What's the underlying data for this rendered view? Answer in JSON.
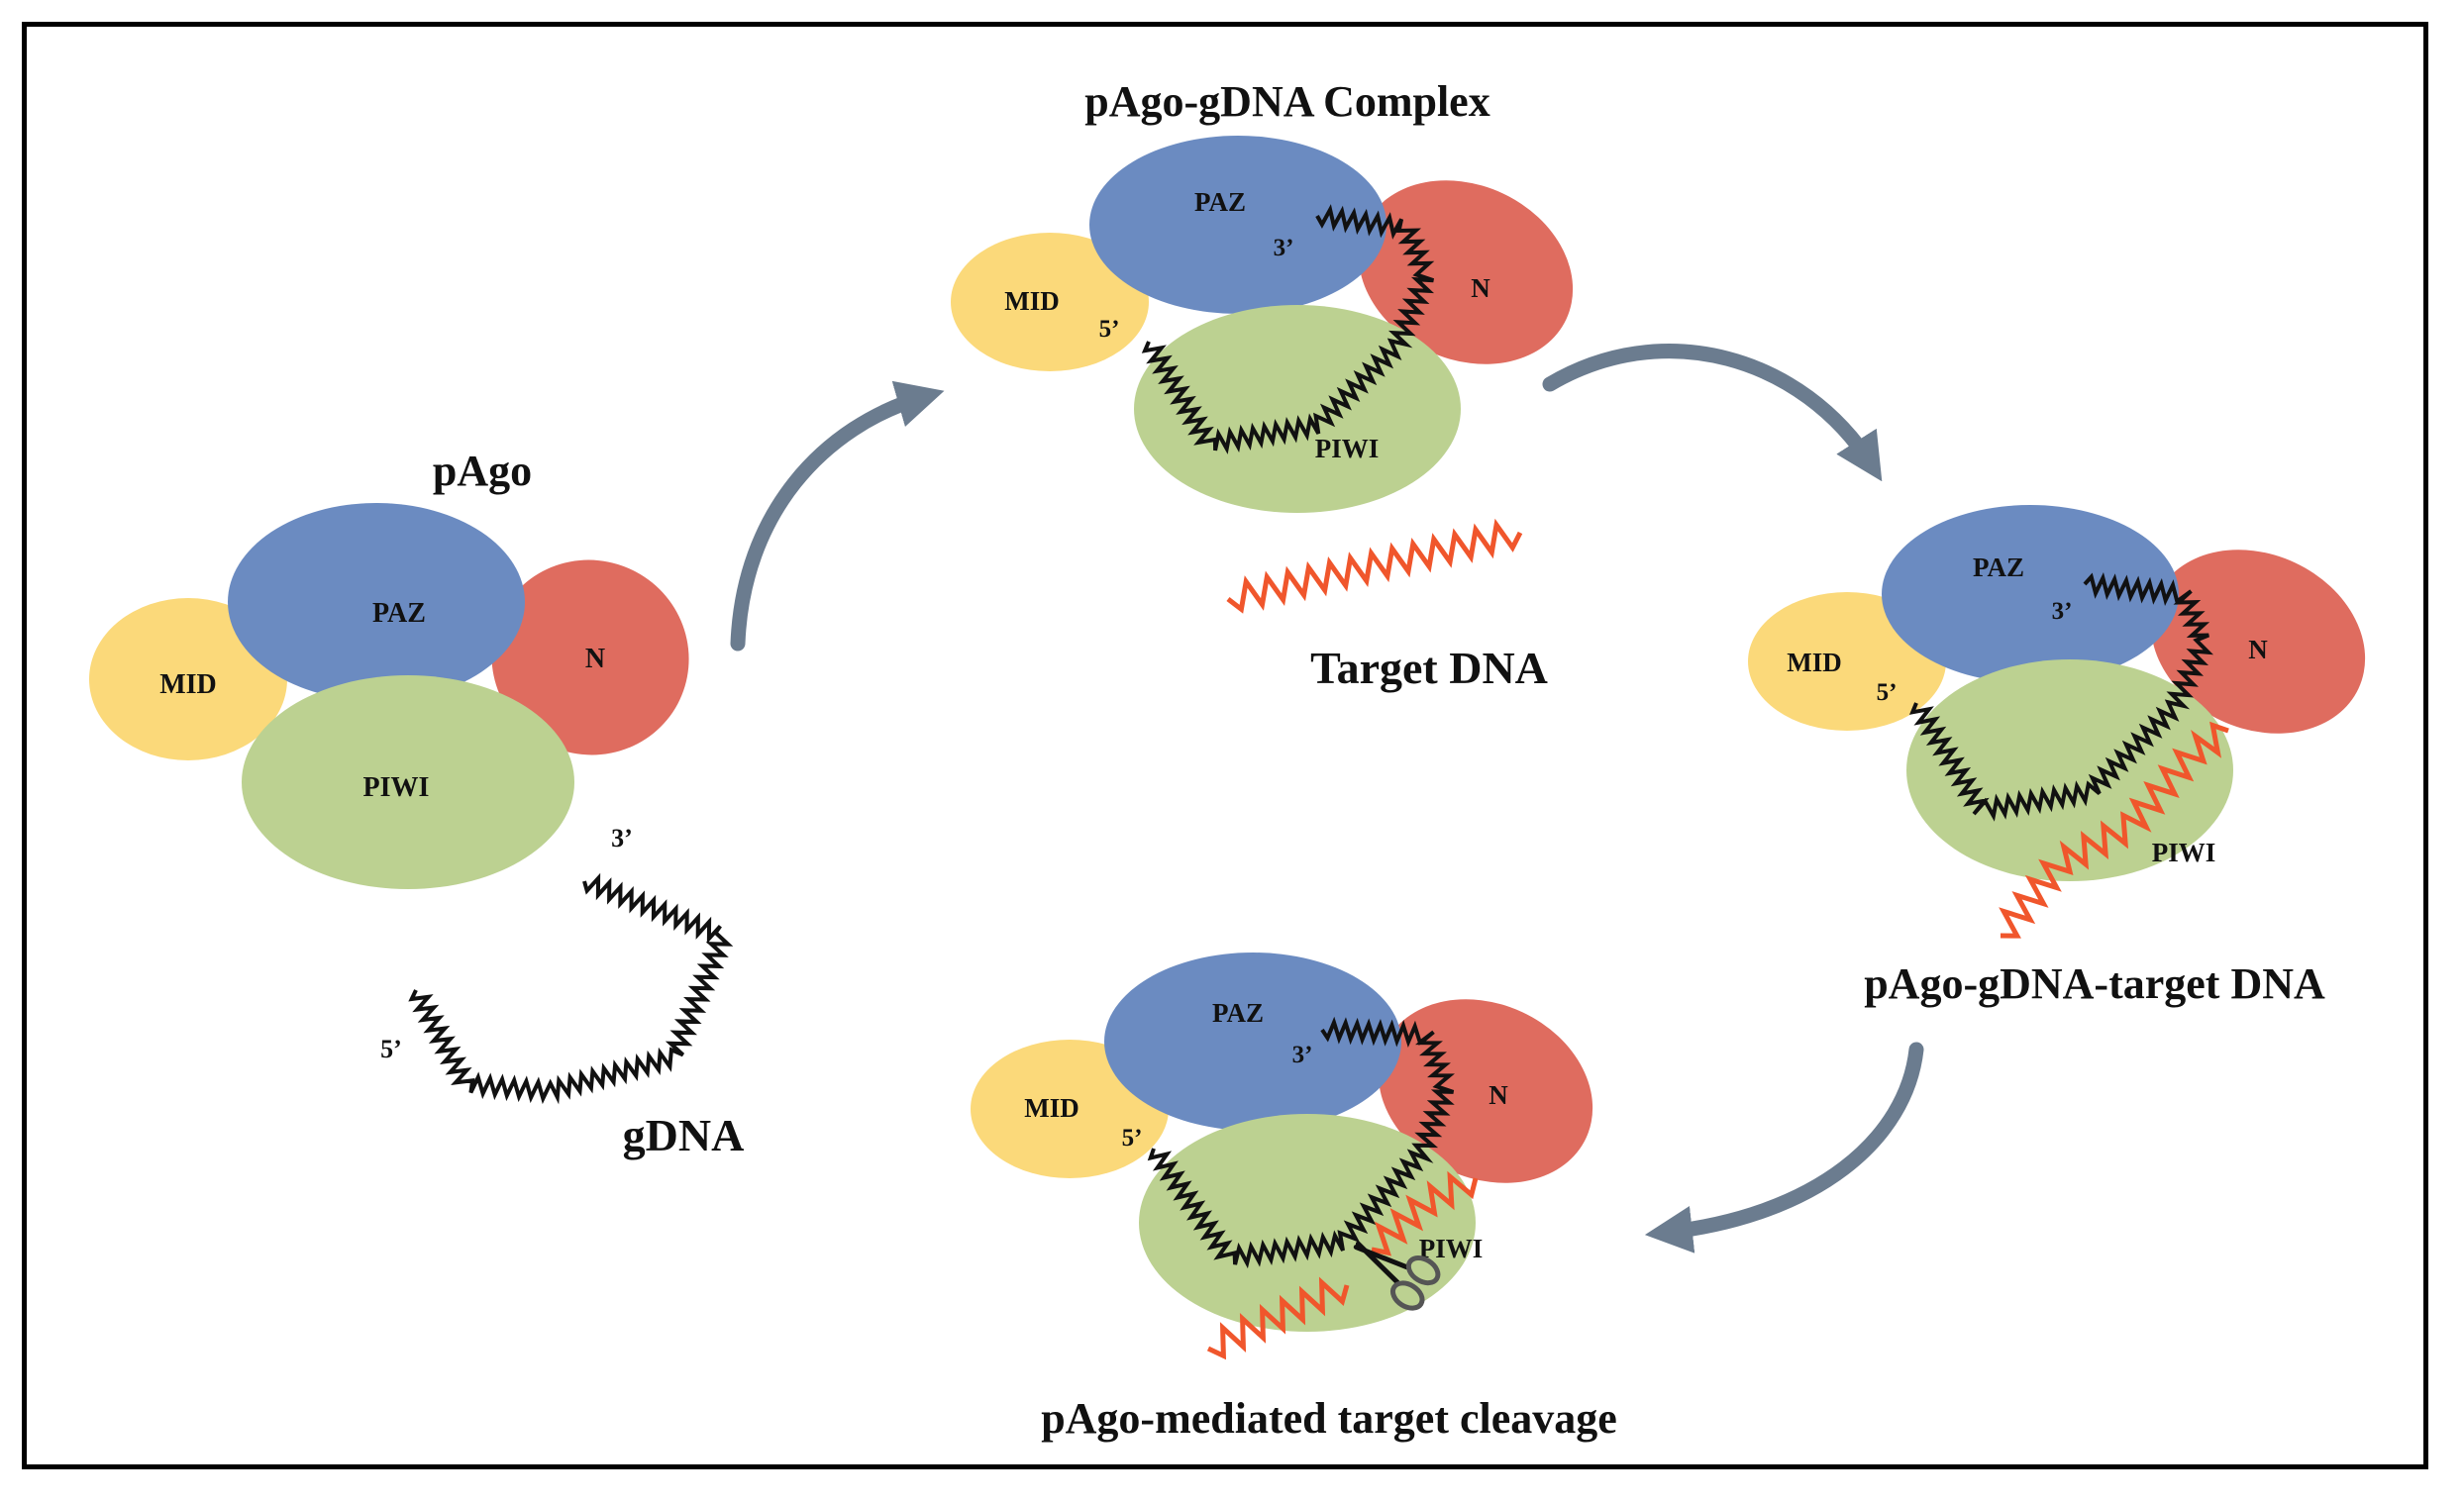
{
  "colors": {
    "mid": "#fbd97a",
    "paz": "#6b8bc1",
    "n": "#df6c5f",
    "piwi": "#bcd191",
    "gdna": "#111111",
    "target_dna": "#f0562c",
    "arrow": "#6b7c8f",
    "frame": "#000000"
  },
  "domains": {
    "mid": "MID",
    "paz": "PAZ",
    "n": "N",
    "piwi": "PIWI"
  },
  "ends": {
    "five": "5’",
    "three": "3’"
  },
  "stages": {
    "pago": {
      "title": "pAgo",
      "gdna_label": "gDNA"
    },
    "complex": {
      "title": "pAgo-gDNA Complex",
      "target_label": "Target DNA"
    },
    "ternary": {
      "title": "pAgo-gDNA-target DNA"
    },
    "cleavage": {
      "title": "pAgo-mediated target cleavage",
      "icon": "scissors-icon"
    }
  }
}
